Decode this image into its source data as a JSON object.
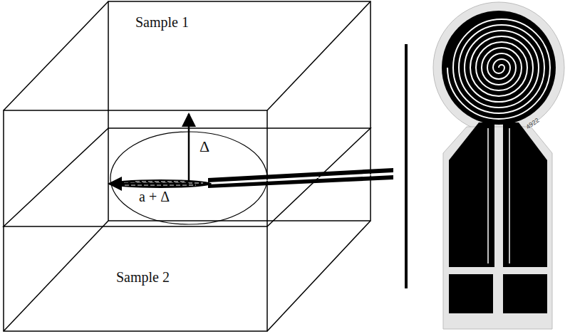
{
  "diagram": {
    "labels": [
      "Sample 1",
      "Δ",
      "a + Δ",
      "Sample 2",
      "4922"
    ]
  }
}
